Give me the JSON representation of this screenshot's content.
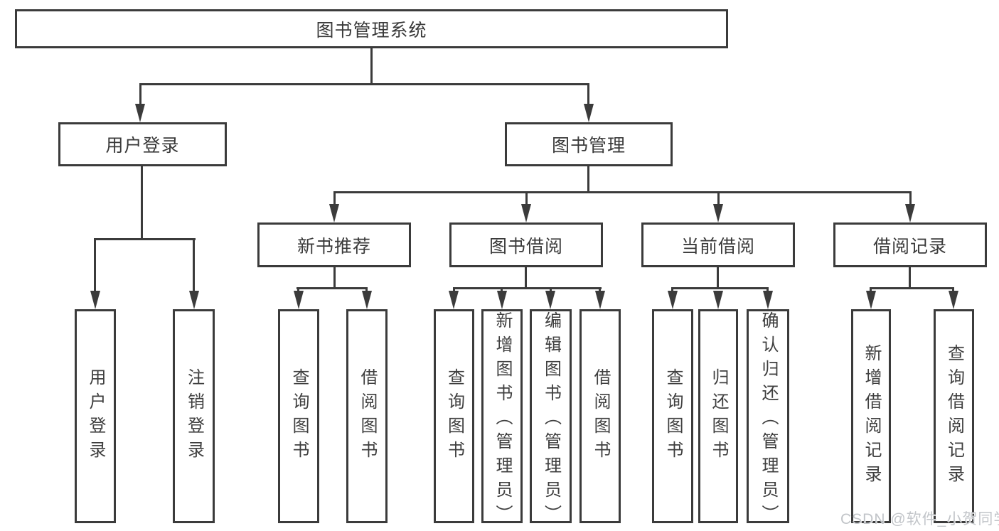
{
  "title": "图书管理系统",
  "colors": {
    "line": "#3b3b3b",
    "text": "#3a3a3a",
    "box_fill": "#ffffff",
    "watermark": "#c2c5c9",
    "background": "#ffffff"
  },
  "tree": {
    "label": "图书管理系统",
    "children": [
      {
        "label": "用户登录",
        "children": [
          {
            "label": "用户登录"
          },
          {
            "label": "注销登录"
          }
        ]
      },
      {
        "label": "图书管理",
        "children": [
          {
            "label": "新书推荐",
            "children": [
              {
                "label": "查询图书"
              },
              {
                "label": "借阅图书"
              }
            ]
          },
          {
            "label": "图书借阅",
            "children": [
              {
                "label": "查询图书"
              },
              {
                "label": "新增图书（管理员）"
              },
              {
                "label": "编辑图书（管理员）"
              },
              {
                "label": "借阅图书"
              }
            ]
          },
          {
            "label": "当前借阅",
            "children": [
              {
                "label": "查询图书"
              },
              {
                "label": "归还图书"
              },
              {
                "label": "确认归还（管理员）"
              }
            ]
          },
          {
            "label": "借阅记录",
            "children": [
              {
                "label": "新增借阅记录"
              },
              {
                "label": "查询借阅记录"
              }
            ]
          }
        ]
      }
    ]
  },
  "watermark": {
    "text": "CSDN @软件_小贺同学"
  }
}
